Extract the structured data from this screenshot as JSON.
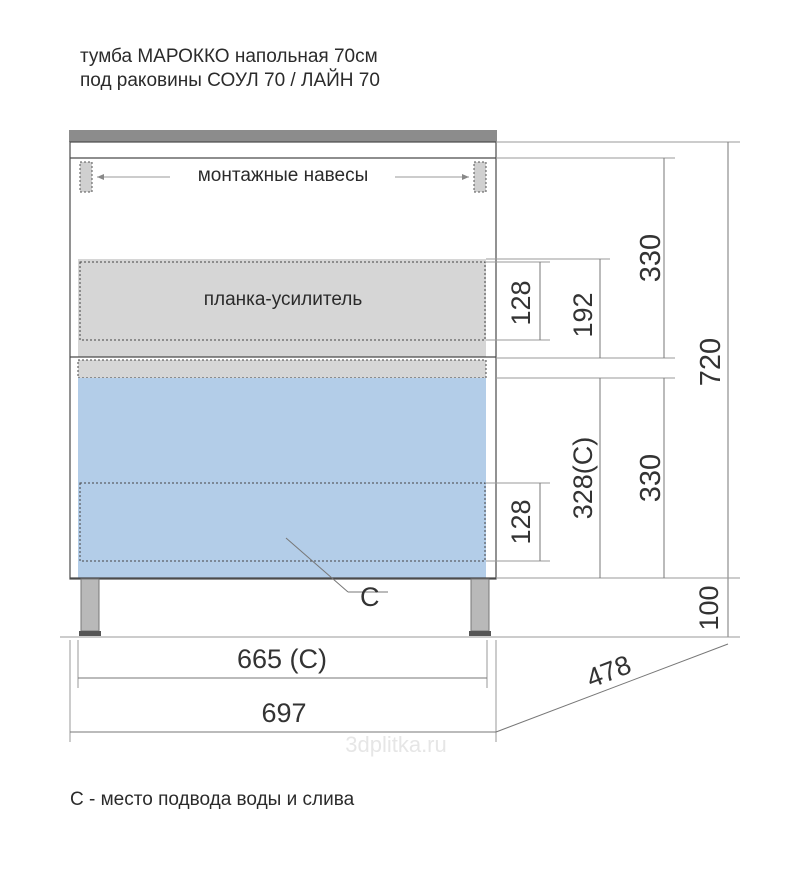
{
  "title": {
    "line1": "тумба МАРОККО напольная 70см",
    "line2": "под раковины СОУЛ 70 / ЛАЙН 70"
  },
  "labels": {
    "hangers": "монтажные навесы",
    "reinforcement": "планка-усилитель",
    "c_marker": "C",
    "legend": "С - место подвода воды и слива",
    "watermark": "3dplitka.ru"
  },
  "dimensions": {
    "top_section_height": "330",
    "total_height": "720",
    "drawer_gap_upper": "128",
    "plank_height": "192",
    "lower_section_height": "330",
    "lower_c_height": "328(C)",
    "drawer_gap_lower": "128",
    "legs_height": "100",
    "inner_width": "665 (C)",
    "total_width": "697",
    "depth": "478"
  },
  "colors": {
    "countertop": "#8c8c8c",
    "plank_fill": "#d6d6d6",
    "water_zone_fill": "#b3cde8",
    "legs": "#b9b9b9"
  }
}
